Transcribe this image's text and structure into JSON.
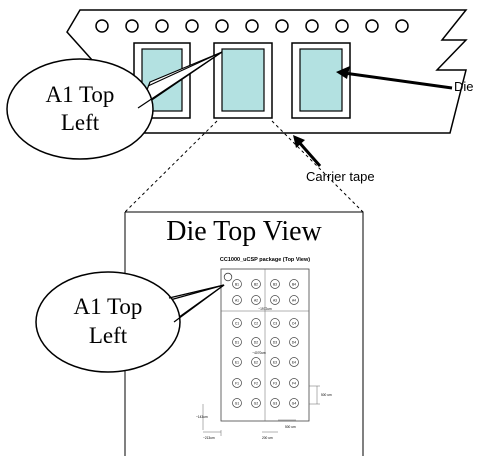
{
  "callouts": {
    "top": [
      "A1 Top",
      "Left"
    ],
    "bottom": [
      "A1 Top",
      "Left"
    ]
  },
  "labels": {
    "die": "Die",
    "carrier_tape": "Carrier tape"
  },
  "die_view": {
    "title": "Die Top View",
    "package_title": "CC1000_uCSP package (Top View)",
    "rows": [
      [
        "B1",
        "B2",
        "B3",
        "B4"
      ],
      [
        "A1",
        "A2",
        "A3",
        "A4"
      ],
      [
        "C1",
        "C2",
        "C3",
        "C4"
      ],
      [
        "D1",
        "D2",
        "D3",
        "D4"
      ],
      [
        "E1",
        "E2",
        "E3",
        "E4"
      ],
      [
        "F1",
        "F2",
        "F3",
        "F4"
      ],
      [
        "G1",
        "G2",
        "G3",
        "G4"
      ]
    ],
    "dims": {
      "width_top": "~1972um",
      "height_side": "~4070um",
      "pitch_right": "500 um",
      "offset_left": "~143um",
      "bottom_left": "~213um",
      "bottom_mid": "200 um",
      "bottom_right": "500 um"
    }
  },
  "colors": {
    "die_fill": "#b3e1e1",
    "line": "#000000",
    "faint_line": "#555555"
  }
}
